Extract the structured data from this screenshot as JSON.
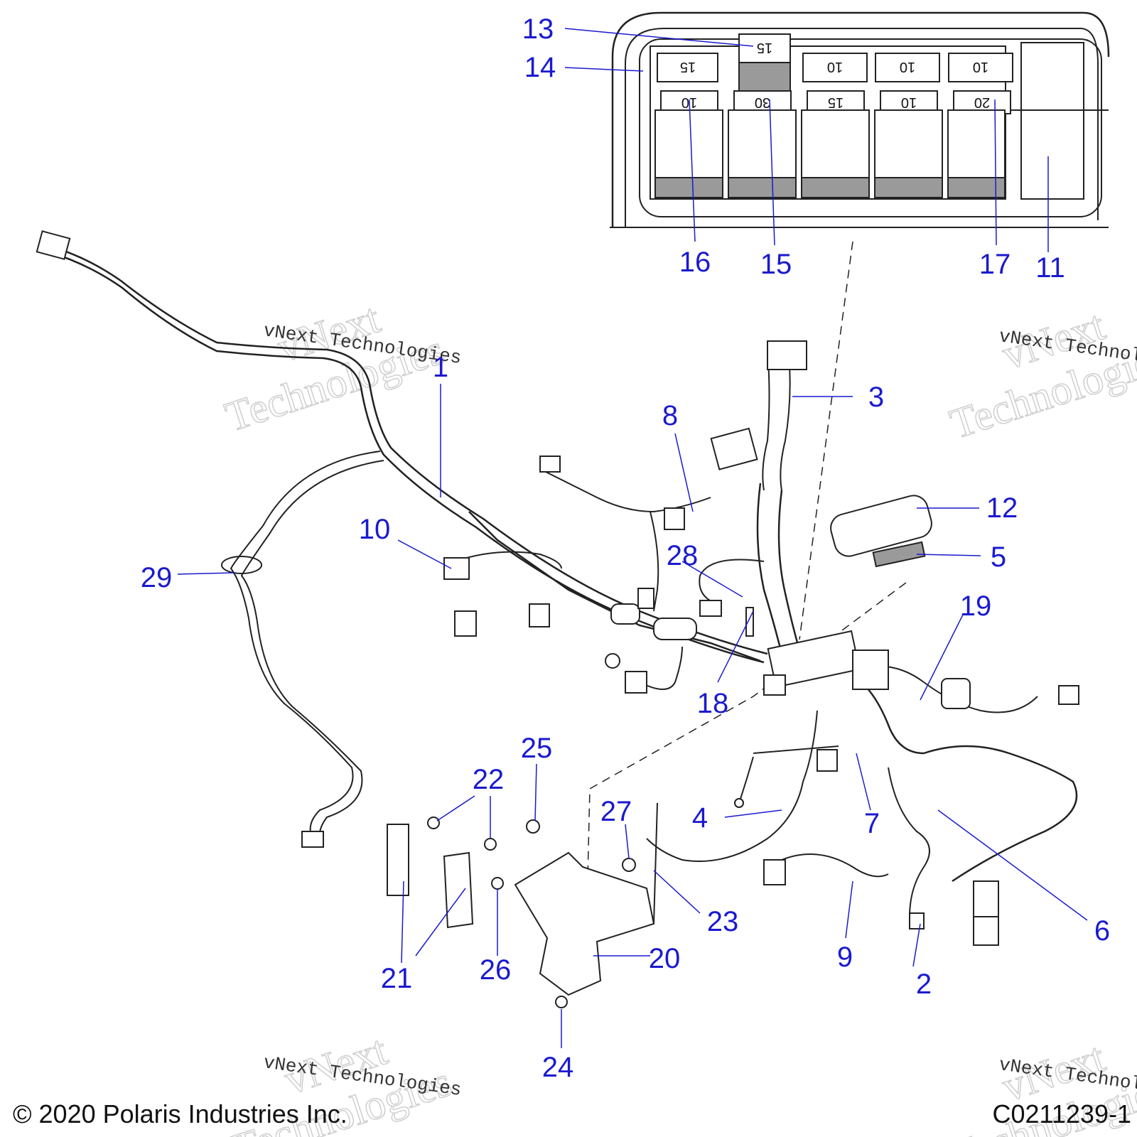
{
  "callouts": [
    {
      "id": "c1",
      "label": "1"
    },
    {
      "id": "c2",
      "label": "2"
    },
    {
      "id": "c3",
      "label": "3"
    },
    {
      "id": "c4",
      "label": "4"
    },
    {
      "id": "c5",
      "label": "5"
    },
    {
      "id": "c6",
      "label": "6"
    },
    {
      "id": "c7",
      "label": "7"
    },
    {
      "id": "c8",
      "label": "8"
    },
    {
      "id": "c9",
      "label": "9"
    },
    {
      "id": "c10",
      "label": "10"
    },
    {
      "id": "c11",
      "label": "11"
    },
    {
      "id": "c12",
      "label": "12"
    },
    {
      "id": "c13",
      "label": "13"
    },
    {
      "id": "c14",
      "label": "14"
    },
    {
      "id": "c15",
      "label": "15"
    },
    {
      "id": "c16",
      "label": "16"
    },
    {
      "id": "c17",
      "label": "17"
    },
    {
      "id": "c18",
      "label": "18"
    },
    {
      "id": "c19",
      "label": "19"
    },
    {
      "id": "c20",
      "label": "20"
    },
    {
      "id": "c21",
      "label": "21"
    },
    {
      "id": "c22",
      "label": "22"
    },
    {
      "id": "c23",
      "label": "23"
    },
    {
      "id": "c24",
      "label": "24"
    },
    {
      "id": "c25",
      "label": "25"
    },
    {
      "id": "c26",
      "label": "26"
    },
    {
      "id": "c27",
      "label": "27"
    },
    {
      "id": "c28",
      "label": "28"
    },
    {
      "id": "c29",
      "label": "29"
    }
  ],
  "fuses": {
    "top_row": [
      "15",
      "15",
      "10",
      "10",
      "10"
    ],
    "bottom_row": [
      "10",
      "30",
      "15",
      "10",
      "20"
    ]
  },
  "watermark": {
    "brand_top": "vNext",
    "brand_bottom": "Technologies",
    "caption": "vNext Technologies"
  },
  "footer": {
    "copyright": "© 2020 Polaris Industries Inc.",
    "drawing_number": "C0211239-1"
  },
  "colors": {
    "callout": "#1a1ad0",
    "line": "#222222",
    "watermark": "#cfcfcf"
  }
}
